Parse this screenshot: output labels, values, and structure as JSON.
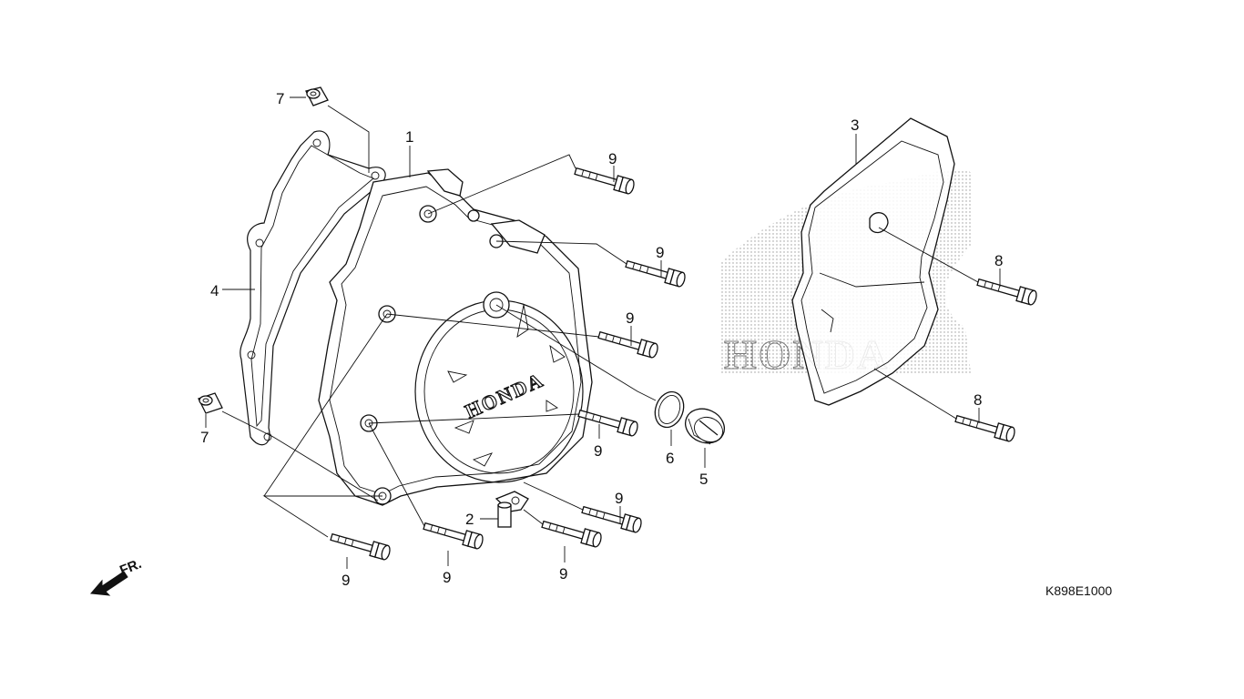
{
  "diagram": {
    "drawing_code": "K898E1000",
    "front_indicator": "FR.",
    "cover_brand_text": "HONDA",
    "callouts": [
      {
        "id": "c1",
        "label": "1"
      },
      {
        "id": "c2",
        "label": "2"
      },
      {
        "id": "c3",
        "label": "3"
      },
      {
        "id": "c4",
        "label": "4"
      },
      {
        "id": "c5",
        "label": "5"
      },
      {
        "id": "c6",
        "label": "6"
      },
      {
        "id": "c7a",
        "label": "7"
      },
      {
        "id": "c7b",
        "label": "7"
      },
      {
        "id": "c8a",
        "label": "8"
      },
      {
        "id": "c8b",
        "label": "8"
      },
      {
        "id": "c9a",
        "label": "9"
      },
      {
        "id": "c9b",
        "label": "9"
      },
      {
        "id": "c9c",
        "label": "9"
      },
      {
        "id": "c9d",
        "label": "9"
      },
      {
        "id": "c9e",
        "label": "9"
      },
      {
        "id": "c9f",
        "label": "9"
      },
      {
        "id": "c9g",
        "label": "9"
      },
      {
        "id": "c9h",
        "label": "9"
      }
    ]
  }
}
